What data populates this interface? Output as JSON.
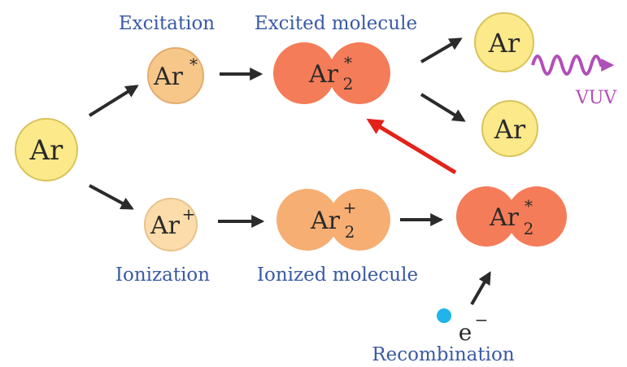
{
  "labels": {
    "excitation": "Excitation",
    "excited_molecule": "Excited molecule",
    "ionization": "Ionization",
    "ionized_molecule": "Ionized molecule",
    "recombination": "Recombination",
    "vuv": "VUV"
  },
  "species": {
    "ar_ground": "Ar",
    "ar_excited": {
      "base": "Ar",
      "sup": "*"
    },
    "ar2_excited_top": {
      "base": "Ar",
      "sub": "2",
      "sup": "*"
    },
    "ar_product_top": "Ar",
    "ar_product_bottom": "Ar",
    "ar_ion": {
      "base": "Ar",
      "sup": "+"
    },
    "ar2_ion": {
      "base": "Ar",
      "sub": "2",
      "sup": "+"
    },
    "ar2_excited_bottom": {
      "base": "Ar",
      "sub": "2",
      "sup": "*"
    },
    "electron": {
      "base": "e",
      "sup": "−"
    }
  },
  "colors": {
    "label_blue": "#3a5aa6",
    "vuv_purple": "#b14fb8",
    "ground_fill": "#fbe98a",
    "ground_stroke": "#d9c35a",
    "excited_atom_fill": "#f7c78a",
    "ion_atom_fill": "#fbdcaa",
    "ion_molecule_fill": "#f6ae72",
    "excited_molecule_fill": "#f47c58",
    "electron": "#1fb4ea",
    "arrow": "#2b2b2b",
    "recombine_arrow": "#e2231a"
  }
}
